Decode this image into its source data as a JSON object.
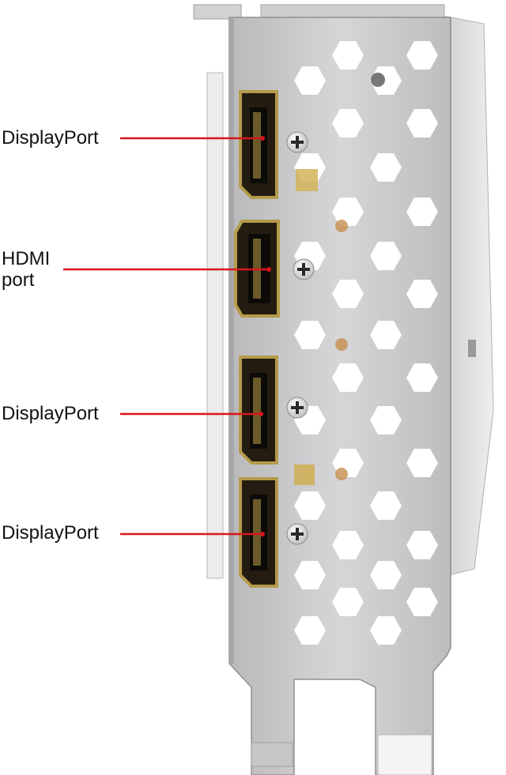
{
  "labels": {
    "dp1": "DisplayPort",
    "hdmi": "HDMI\nport",
    "dp2": "DisplayPort",
    "dp3": "DisplayPort"
  },
  "colors": {
    "leader_line": "#d8161c",
    "bracket_metal": "#c9c9cb",
    "port_gold": "#b49a4a"
  },
  "icons": [
    "screw-icon"
  ]
}
